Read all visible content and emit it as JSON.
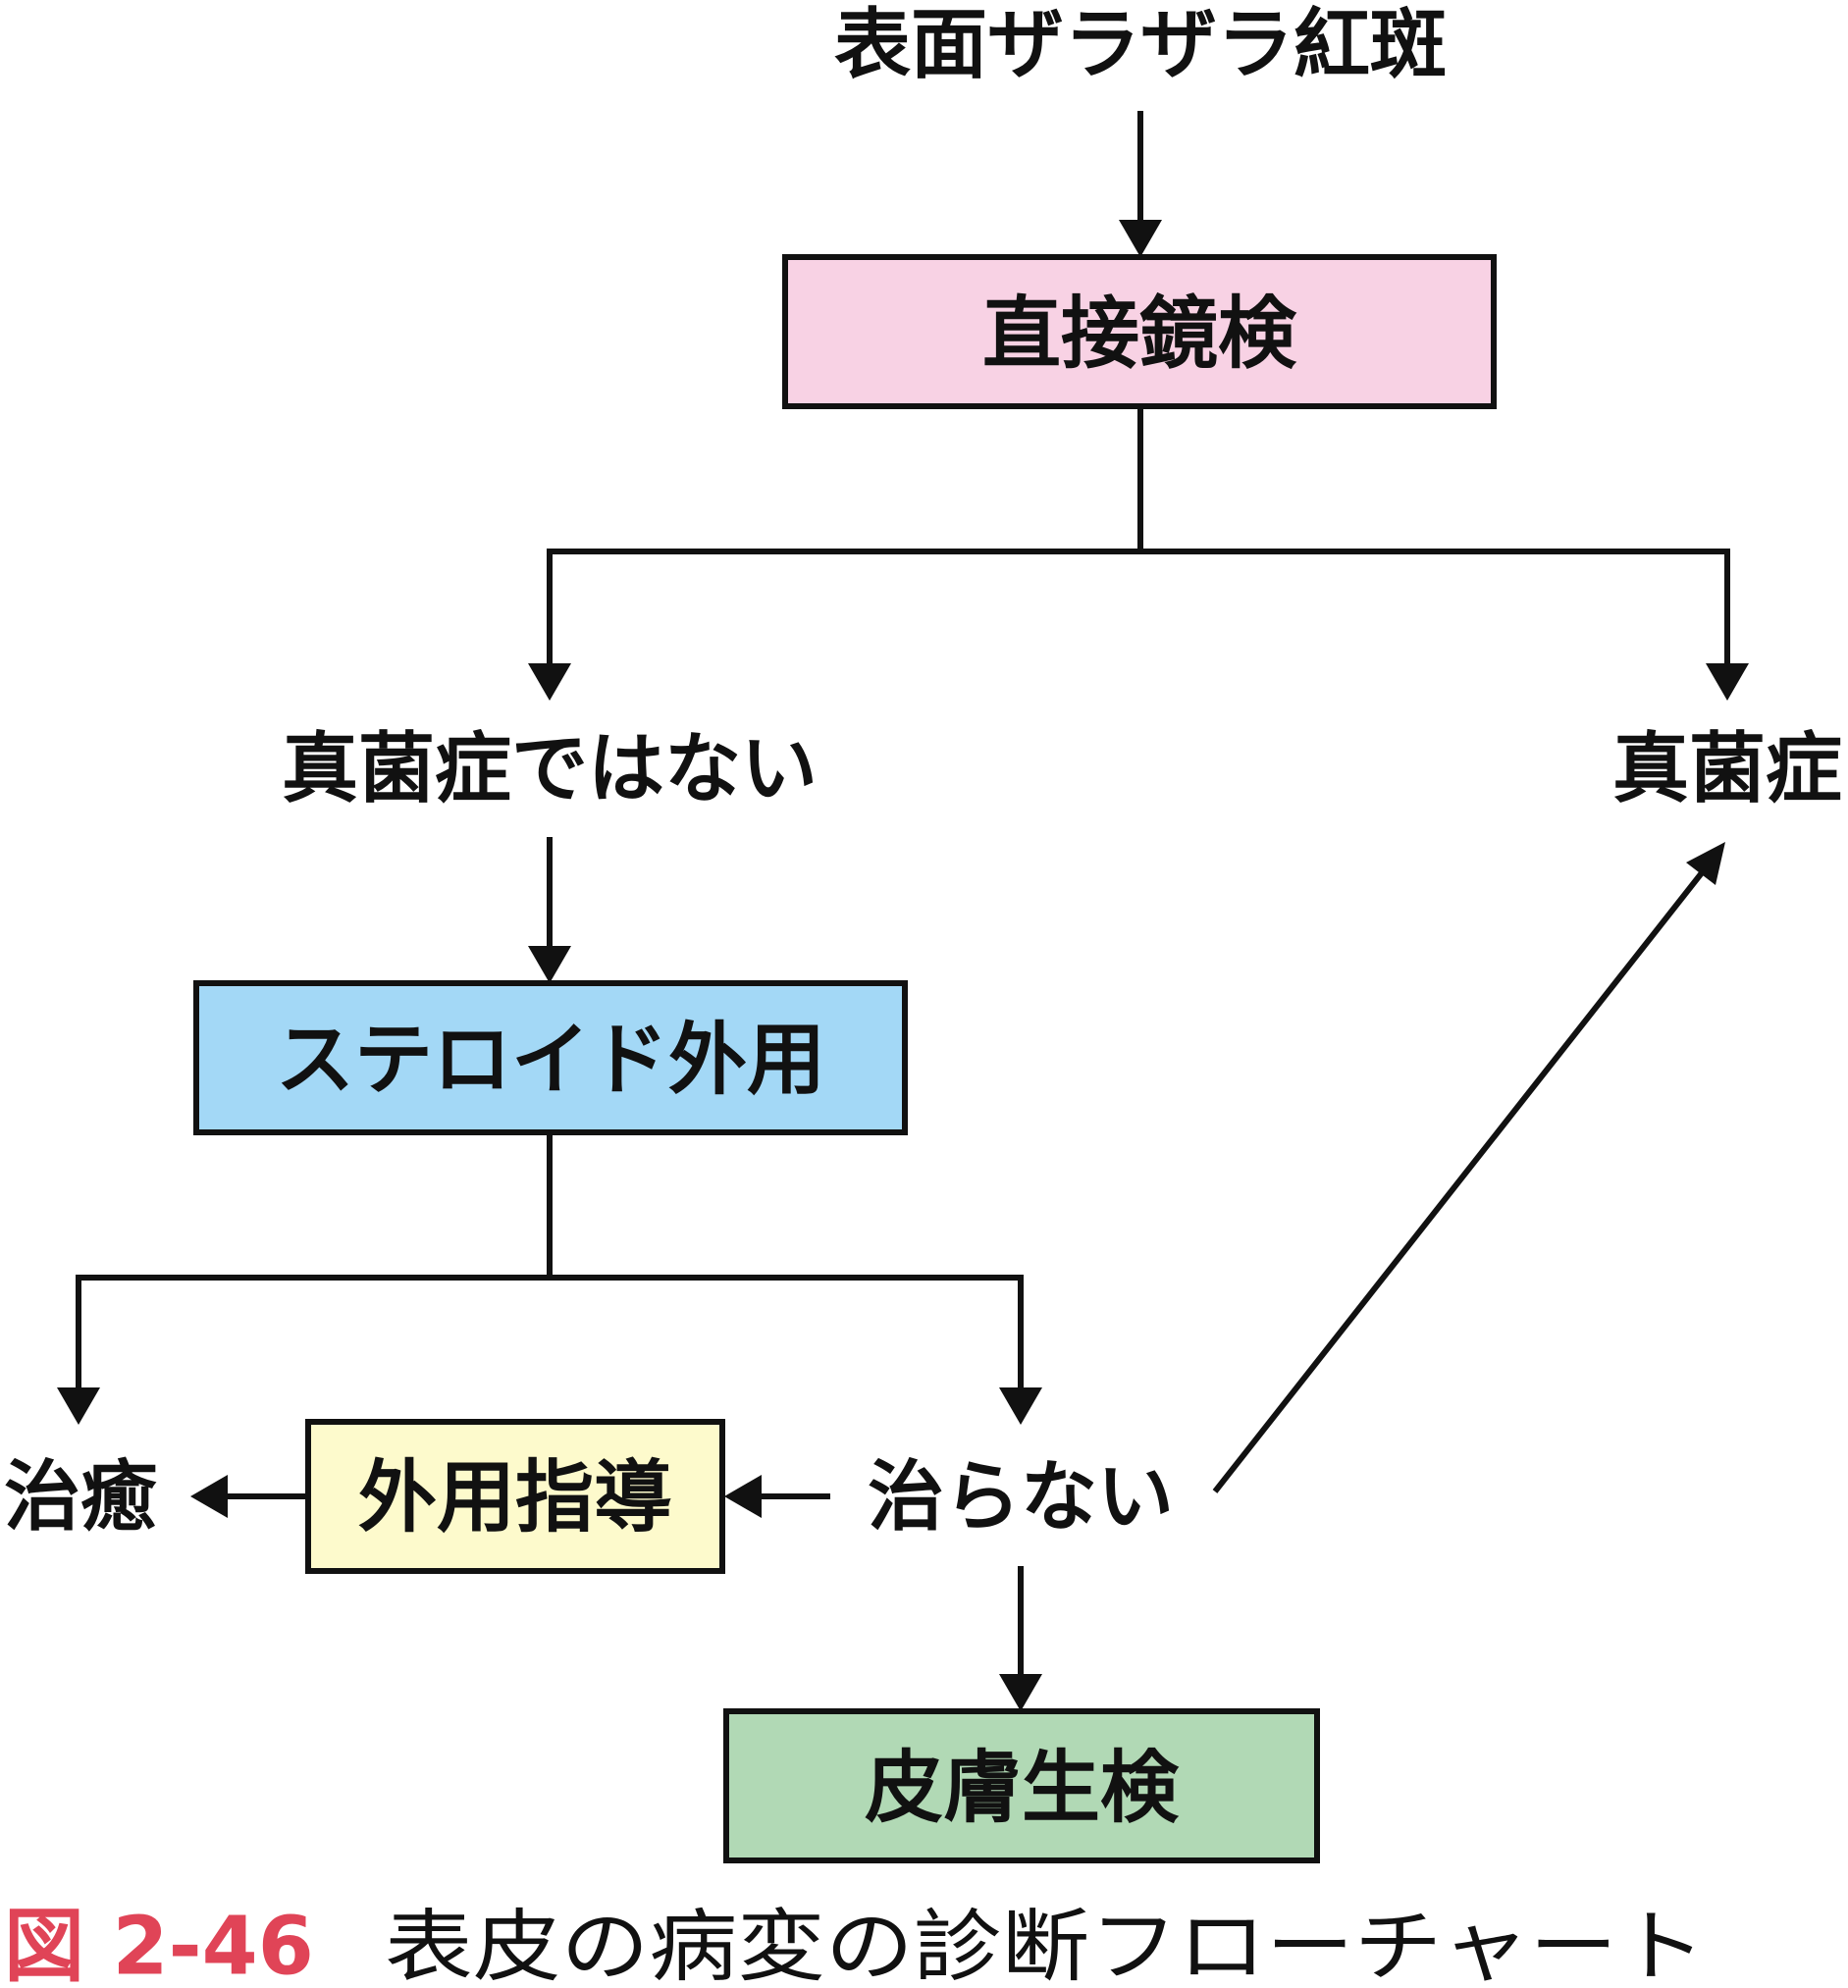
{
  "nodes": {
    "start": "表面ザラザラ紅斑",
    "direct_microscopy": "直接鏡検",
    "not_fungal": "真菌症ではない",
    "fungal": "真菌症",
    "topical_steroid": "ステロイド外用",
    "healed": "治癒",
    "topical_guidance": "外用指導",
    "not_healed": "治らない",
    "skin_biopsy": "皮膚生検"
  },
  "colors": {
    "direct_microscopy_fill": "#f8d2e4",
    "topical_steroid_fill": "#a3d8f6",
    "topical_guidance_fill": "#fdfacc",
    "skin_biopsy_fill": "#b1d9b5",
    "caption_accent": "#e04457",
    "line": "#111111"
  },
  "caption": {
    "number": "図 2-46",
    "title": "表皮の病変の診断フローチャート"
  }
}
